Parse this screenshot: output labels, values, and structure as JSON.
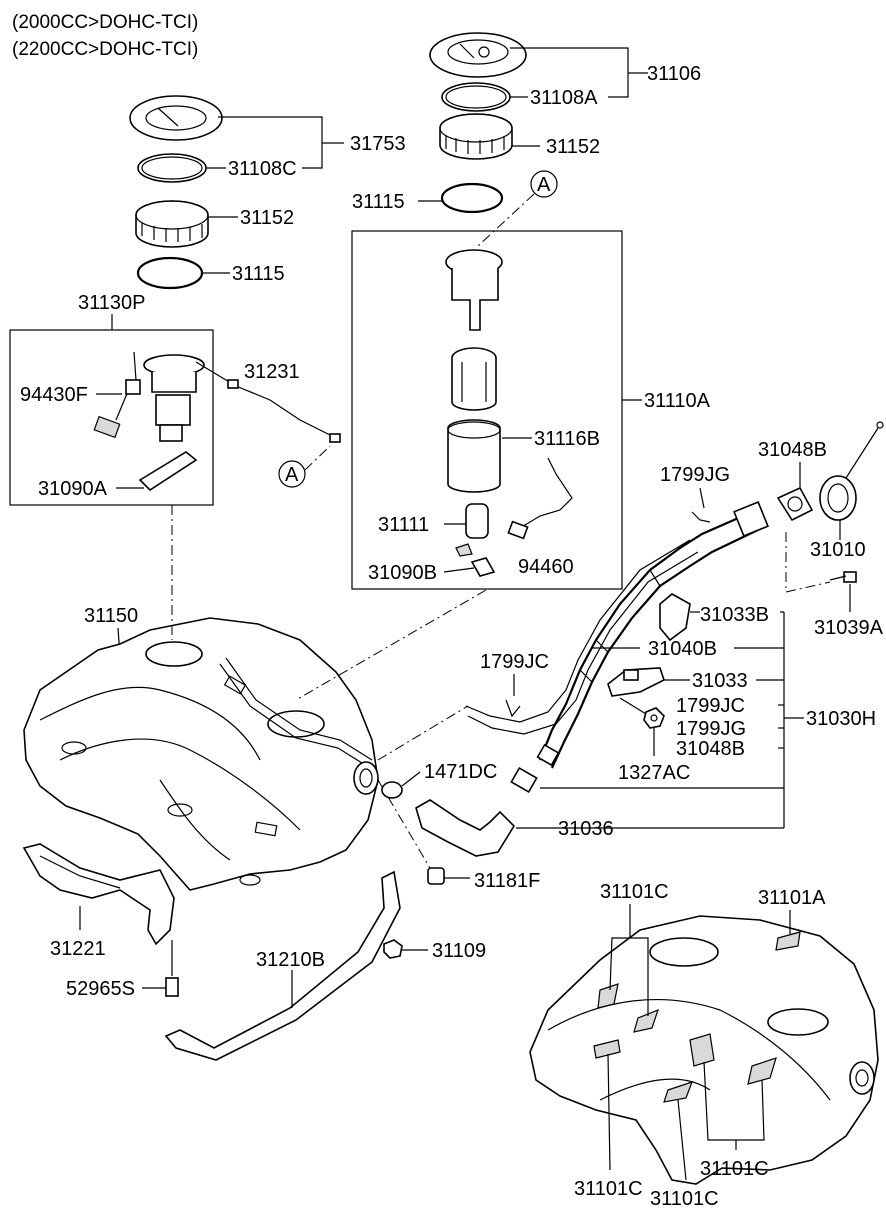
{
  "header": {
    "line1": "(2000CC>DOHC-TCI)",
    "line2": "(2200CC>DOHC-TCI)"
  },
  "callout_A": "A",
  "labels": {
    "p31106": "31106",
    "p31108A": "31108A",
    "p31152_top": "31152",
    "p31115_top": "31115",
    "p31753": "31753",
    "p31108C": "31108C",
    "p31152_left": "31152",
    "p31115_left": "31115",
    "p31130P": "31130P",
    "p94430F": "94430F",
    "p31231": "31231",
    "p31090A": "31090A",
    "p31110A": "31110A",
    "p31116B": "31116B",
    "p31111": "31111",
    "p94460": "94460",
    "p31090B": "31090B",
    "p1799JG_top": "1799JG",
    "p31048B_top": "31048B",
    "p31010": "31010",
    "p31039A": "31039A",
    "p31033B": "31033B",
    "p31150": "31150",
    "p1799JC_mid": "1799JC",
    "p31040B": "31040B",
    "p31033": "31033",
    "p1799JC_right": "1799JC",
    "p1799JG_right": "1799JG",
    "p31030H": "31030H",
    "p31048B_right": "31048B",
    "p1327AC": "1327AC",
    "p1471DC": "1471DC",
    "p31036": "31036",
    "p31181F": "31181F",
    "p31221": "31221",
    "p52965S": "52965S",
    "p31210B": "31210B",
    "p31109": "31109",
    "p31101C_top": "31101C",
    "p31101A": "31101A",
    "p31101C_bl": "31101C",
    "p31101C_br": "31101C",
    "p31101C_bottom": "31101C"
  }
}
